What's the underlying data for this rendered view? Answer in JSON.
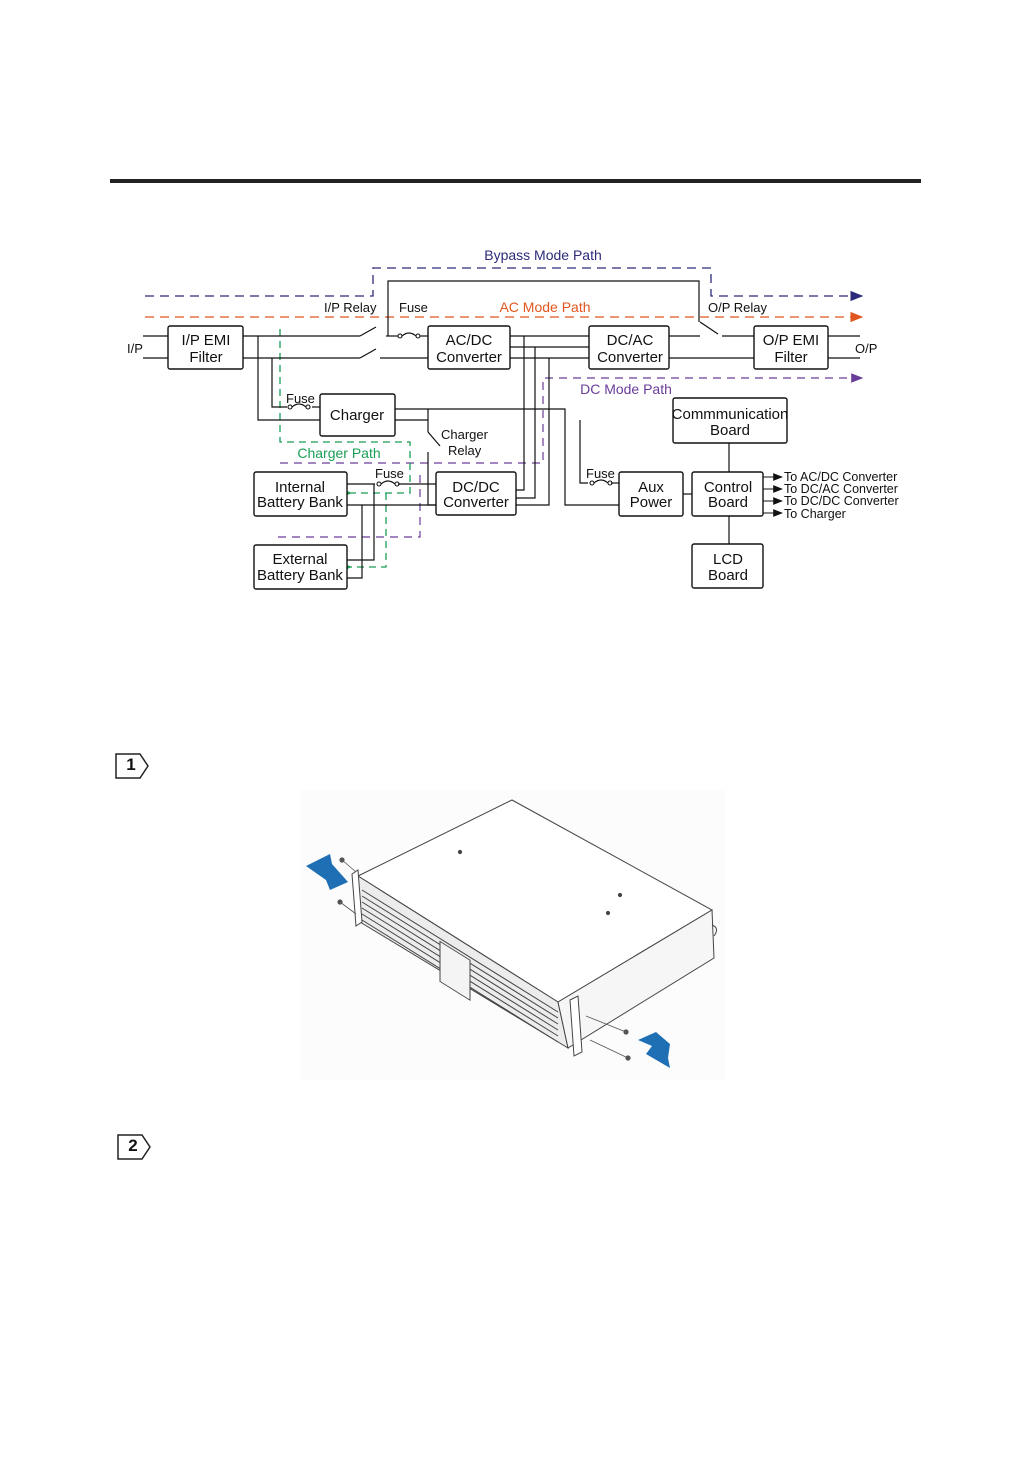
{
  "diagram": {
    "paths": {
      "bypass": "Bypass Mode Path",
      "ac": "AC Mode Path",
      "dc": "DC Mode Path",
      "charger": "Charger Path"
    },
    "labels": {
      "ip": "I/P",
      "op": "O/P",
      "ip_relay": "I/P Relay",
      "op_relay": "O/P Relay",
      "fuse_main": "Fuse",
      "fuse_charger": "Fuse",
      "fuse_battery": "Fuse",
      "fuse_aux": "Fuse",
      "charger_relay_1": "Charger",
      "charger_relay_2": "Relay"
    },
    "blocks": {
      "ip_emi": [
        "I/P EMI",
        "Filter"
      ],
      "acdc": [
        "AC/DC",
        "Converter"
      ],
      "dcac": [
        "DC/AC",
        "Converter"
      ],
      "op_emi": [
        "O/P EMI",
        "Filter"
      ],
      "charger": "Charger",
      "comm": [
        "Commmunication",
        "Board"
      ],
      "internal_battery": [
        "Internal",
        "Battery Bank"
      ],
      "dcdc": [
        "DC/DC",
        "Converter"
      ],
      "aux": [
        "Aux",
        "Power"
      ],
      "control": [
        "Control",
        "Board"
      ],
      "external_battery": [
        "External",
        "Battery Bank"
      ],
      "lcd": [
        "LCD",
        "Board"
      ]
    },
    "control_outputs": [
      "To AC/DC Converter",
      "To DC/AC Converter",
      "To DC/DC Converter",
      "To Charger"
    ],
    "colors": {
      "bypass": "#2d2a7a",
      "ac": "#e0561e",
      "dc": "#6a3d9a",
      "charger": "#1a9e55",
      "line": "#111111"
    }
  },
  "steps": {
    "one": "1",
    "two": "2"
  },
  "colors": {
    "arrow": "#1f6fb5"
  }
}
